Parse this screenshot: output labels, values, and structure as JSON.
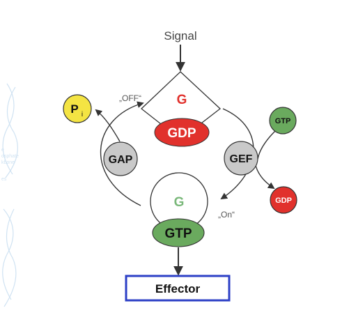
{
  "diagram": {
    "signal": "Signal",
    "inactive_protein": "G",
    "gdp_bound": "GDP",
    "active_protein": "G",
    "gtp_bound": "GTP",
    "gap": "GAP",
    "gef": "GEF",
    "incoming_gtp": "GTP",
    "released_gdp": "GDP",
    "phosphate": "P",
    "phosphate_subscript": "i",
    "off_state": "„OFF“",
    "on_state": "„On“",
    "effector": "Effector"
  },
  "background_watermark": {
    "fragments": [
      "e",
      "osphate",
      "kbone",
      "es"
    ]
  },
  "colors": {
    "gdp_red": "#e1312c",
    "gtp_green": "#6aaa5e",
    "gray_enzyme": "#c9c9c9",
    "phosphate_yellow": "#f4e443",
    "effector_blue": "#2c3fc6",
    "active_g_green": "#7ab87a",
    "watermark": "#a9cbe8"
  }
}
